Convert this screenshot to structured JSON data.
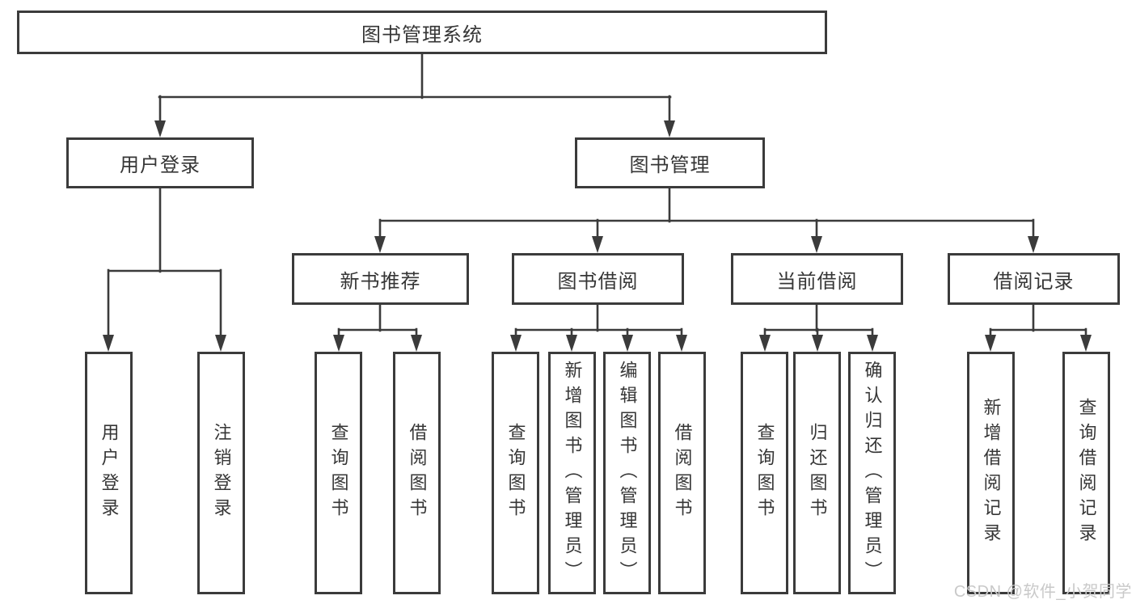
{
  "diagram": {
    "root": "图书管理系统",
    "user_login": {
      "label": "用户登录",
      "children": [
        "用户登录",
        "注销登录"
      ]
    },
    "book_mgmt": {
      "label": "图书管理",
      "groups": [
        {
          "label": "新书推荐",
          "children": [
            "查询图书",
            "借阅图书"
          ]
        },
        {
          "label": "图书借阅",
          "children": [
            "查询图书",
            "新增图书（管理员）",
            "编辑图书（管理员）",
            "借阅图书"
          ]
        },
        {
          "label": "当前借阅",
          "children": [
            "查询图书",
            "归还图书",
            "确认归还（管理员）"
          ]
        },
        {
          "label": "借阅记录",
          "children": [
            "新增借阅记录",
            "查询借阅记录"
          ]
        }
      ]
    }
  },
  "watermark": {
    "text": "CSDN @软件_小贺同学"
  },
  "colors": {
    "line": "#3b3b3b",
    "text": "#363636",
    "box_background": "#ffffff",
    "page_background": "#ffffff",
    "watermark": "#c9c9c9"
  }
}
